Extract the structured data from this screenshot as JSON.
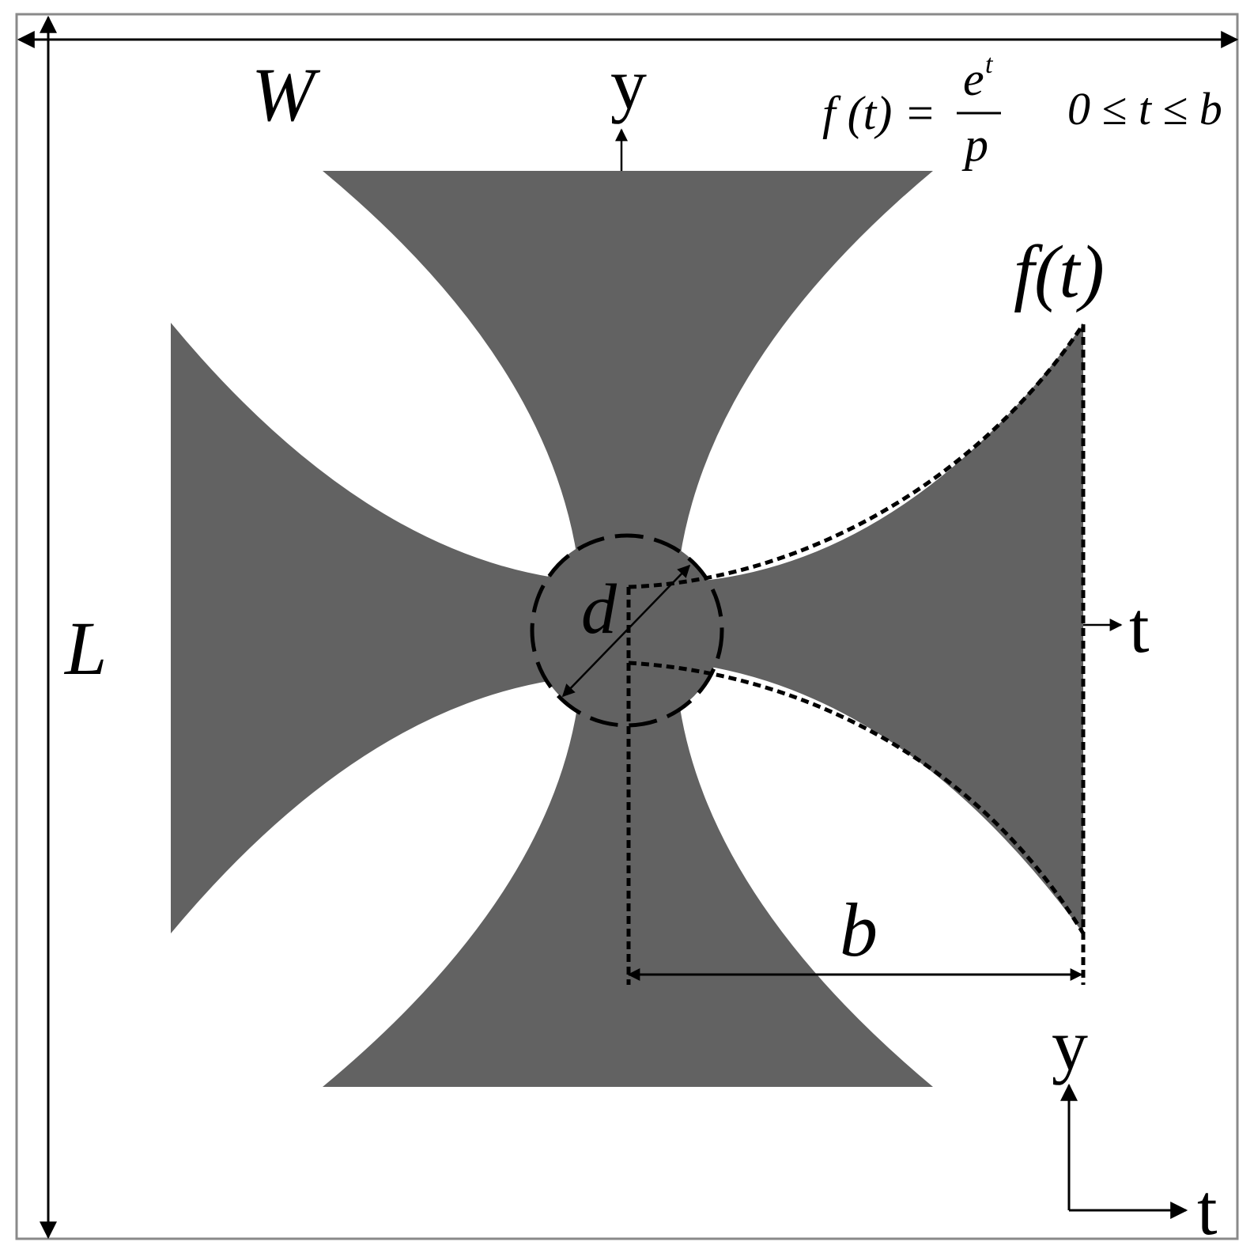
{
  "labels": {
    "width": "W",
    "length": "L",
    "diameter": "d",
    "arm_length": "b",
    "axis_y_top": "y",
    "axis_t_right": "t",
    "axis_y_corner": "y",
    "axis_t_corner": "t",
    "curve": "f(t)"
  },
  "formula": {
    "lhs": "f (t) =",
    "numerator_base": "e",
    "numerator_exp": "t",
    "denominator": "p",
    "range": "0 ≤ t ≤ b"
  },
  "colors": {
    "shape_fill": "#626262",
    "line": "#000000",
    "background": "#ffffff",
    "border": "#8a8a8a"
  }
}
